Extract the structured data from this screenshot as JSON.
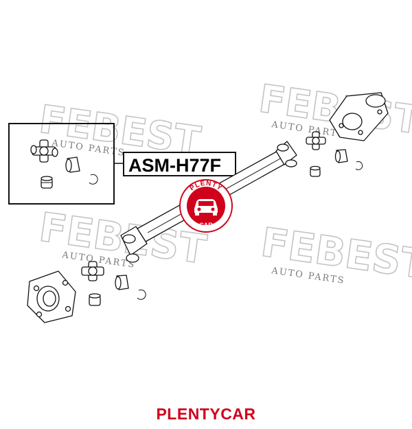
{
  "diagram": {
    "part_number": "ASM-H77F",
    "footer_brand": "PLENTYCAR",
    "logo": {
      "top_text": "PLENTY",
      "bottom_text": "CAR",
      "color": "#d0021b"
    },
    "watermark": {
      "brand": "FEBEST",
      "subtitle": "AUTO PARTS",
      "color": "#c4c4c4"
    },
    "icons": [
      "universal-joint-icon",
      "bearing-cap-icon",
      "snap-ring-icon",
      "grease-fitting-icon",
      "drive-shaft-icon",
      "yoke-flange-icon",
      "car-icon"
    ]
  }
}
